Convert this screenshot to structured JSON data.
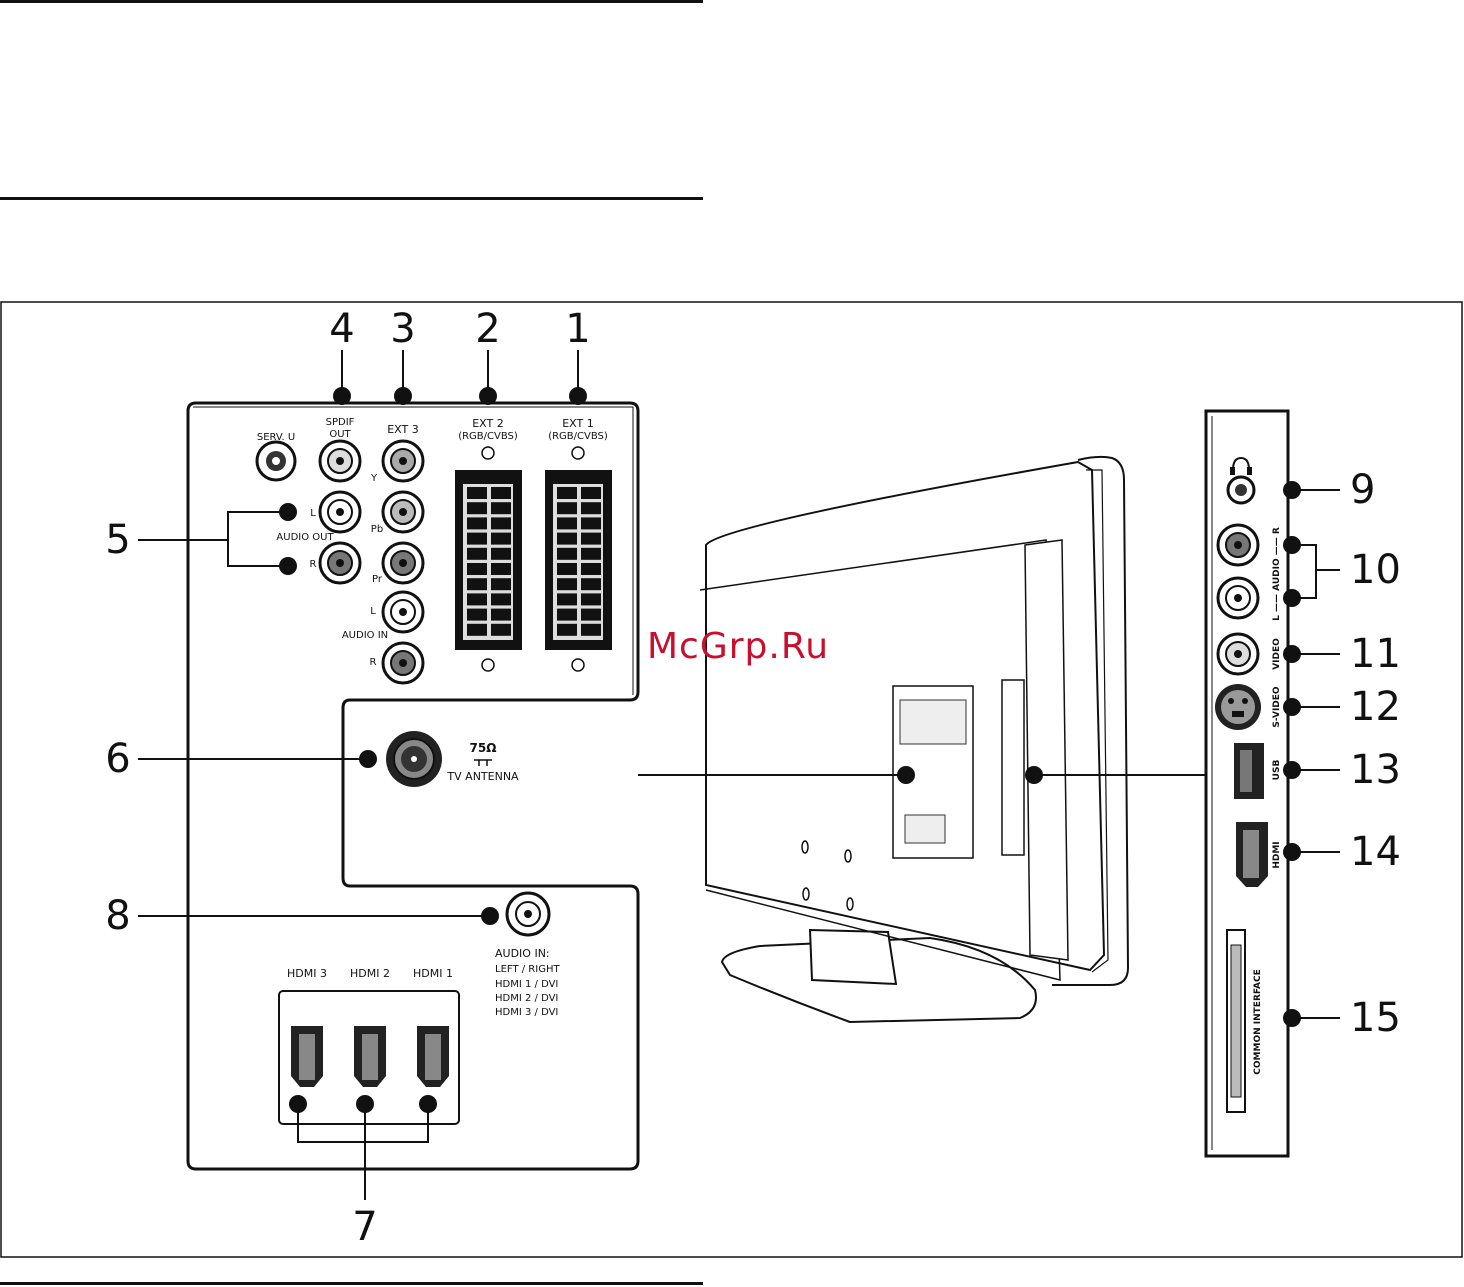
{
  "callouts": {
    "n1": "1",
    "n2": "2",
    "n3": "3",
    "n4": "4",
    "n5": "5",
    "n6": "6",
    "n7": "7",
    "n8": "8",
    "n9": "9",
    "n10": "10",
    "n11": "11",
    "n12": "12",
    "n13": "13",
    "n14": "14",
    "n15": "15"
  },
  "rear_panel": {
    "serv_u": "SERV. U",
    "spdif_line1": "SPDIF",
    "spdif_line2": "OUT",
    "ext3": "EXT 3",
    "ext2": "EXT 2",
    "ext2_sub": "(RGB/CVBS)",
    "ext1": "EXT 1",
    "ext1_sub": "(RGB/CVBS)",
    "audio_out": "AUDIO OUT",
    "audio_out_l": "L",
    "audio_out_r": "R",
    "y": "Y",
    "pb": "Pb",
    "pr": "Pr",
    "audio_in_l": "L",
    "audio_in": "AUDIO IN",
    "audio_in_r": "R",
    "ohm": "75Ω",
    "tv_antenna": "TV ANTENNA",
    "audio_in_hdmi_title": "AUDIO IN:",
    "audio_in_hdmi_lines": [
      "LEFT / RIGHT",
      "HDMI 1 / DVI",
      "HDMI 2 / DVI",
      "HDMI 3 / DVI"
    ],
    "hdmi3": "HDMI 3",
    "hdmi2": "HDMI 2",
    "hdmi1": "HDMI 1"
  },
  "side_panel": {
    "audio": "L —— AUDIO —— R",
    "video": "VIDEO",
    "svideo": "S-VIDEO",
    "usb": "USB",
    "hdmi": "HDMI",
    "common_interface": "COMMON INTERFACE"
  },
  "watermark": "McGrp.Ru"
}
